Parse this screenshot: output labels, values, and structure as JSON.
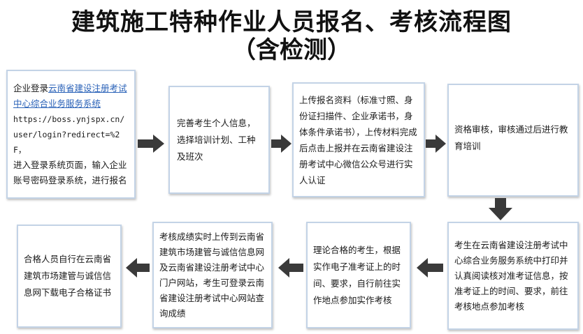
{
  "title": {
    "line1": "建筑施工特种作业人员报名、考核流程图",
    "line2": "（含检测）"
  },
  "steps": {
    "step1": {
      "prefix": "企业登录",
      "link_text": "云南省建设注册考试中心综合业务服务系统",
      "url": "https://boss.ynjspx.cn/user/login?redirect=%2F，",
      "suffix": "进入登录系统页面，输入企业账号密码登录系统，进行报名"
    },
    "step2": "完善考生个人信息，选择培训计划、工种及班次",
    "step3": "上传报名资料（标准寸照、身份证扫描件、企业承诺书，身体条件承诺书），上传材料完成后点击上报并在云南省建设注册考试中心微信公众号进行实人认证",
    "step4": "资格审核，审核通过后进行教育培训",
    "step5": "考生在云南省建设注册考试中心综合业务服务系统中打印并认真阅读核对准考证信息，按准考证上的时间、要求，前往考核地点参加考核",
    "step6": "理论合格的考生，根据实作电子准考证上的时间、要求，自行前往实作地点参加实作考核",
    "step7": "考核成绩实时上传到云南省建筑市场建管与诚信信息网及云南省建设注册考试中心门户网站，考生可登录云南省建设注册考试中心网站查询成绩",
    "step8": "合格人员自行在云南省建筑市场建管与诚信信息网下载电子合格证书"
  },
  "colors": {
    "box_border": "#c3d3e6",
    "arrow": "#3a3a3a",
    "link": "#2a62b8"
  }
}
